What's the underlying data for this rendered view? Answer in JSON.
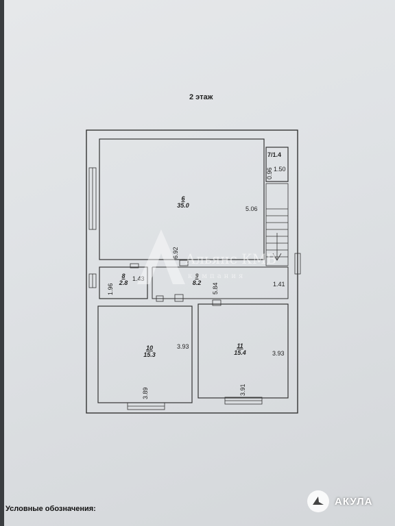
{
  "floor_title": "2 этаж",
  "rooms": [
    {
      "id": "6",
      "area": "35.0"
    },
    {
      "id": "7",
      "area": "1.4",
      "label": "7/1.4"
    },
    {
      "id": "8",
      "area": "2.8"
    },
    {
      "id": "9",
      "area": "8.2"
    },
    {
      "id": "10",
      "area": "15.3"
    },
    {
      "id": "11",
      "area": "15.4"
    }
  ],
  "dimensions": {
    "r6_width": "5.06",
    "r6_depth": "6.92",
    "r7_a": "0.96",
    "r7_b": "1.50",
    "r8_a": "1.43",
    "r8_b": "1.96",
    "r9_a": "5.84",
    "r9_b": "1.41",
    "r10_a": "3.93",
    "r10_b": "3.89",
    "r11_a": "3.93",
    "r11_b": "3.91"
  },
  "watermark": {
    "main": "Альянс КМВ",
    "sub": "компания"
  },
  "legend": "Условные обозначения:",
  "brand": {
    "name": "АКУЛА"
  }
}
